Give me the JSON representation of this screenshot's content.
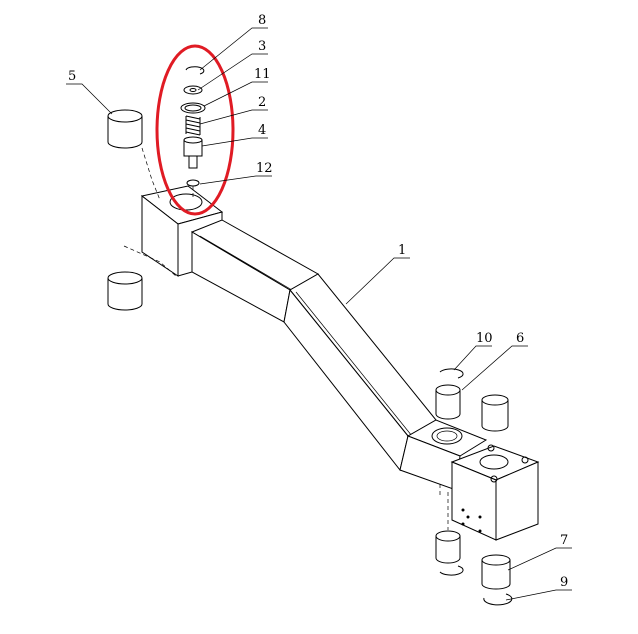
{
  "diagram": {
    "callouts": [
      {
        "id": "callout-8",
        "label": "8"
      },
      {
        "id": "callout-3",
        "label": "3"
      },
      {
        "id": "callout-11",
        "label": "11"
      },
      {
        "id": "callout-2",
        "label": "2"
      },
      {
        "id": "callout-4",
        "label": "4"
      },
      {
        "id": "callout-12",
        "label": "12"
      },
      {
        "id": "callout-5",
        "label": "5"
      },
      {
        "id": "callout-1",
        "label": "1"
      },
      {
        "id": "callout-10",
        "label": "10"
      },
      {
        "id": "callout-6",
        "label": "6"
      },
      {
        "id": "callout-7",
        "label": "7"
      },
      {
        "id": "callout-9",
        "label": "9"
      }
    ],
    "highlight_color": "#e01b24"
  }
}
